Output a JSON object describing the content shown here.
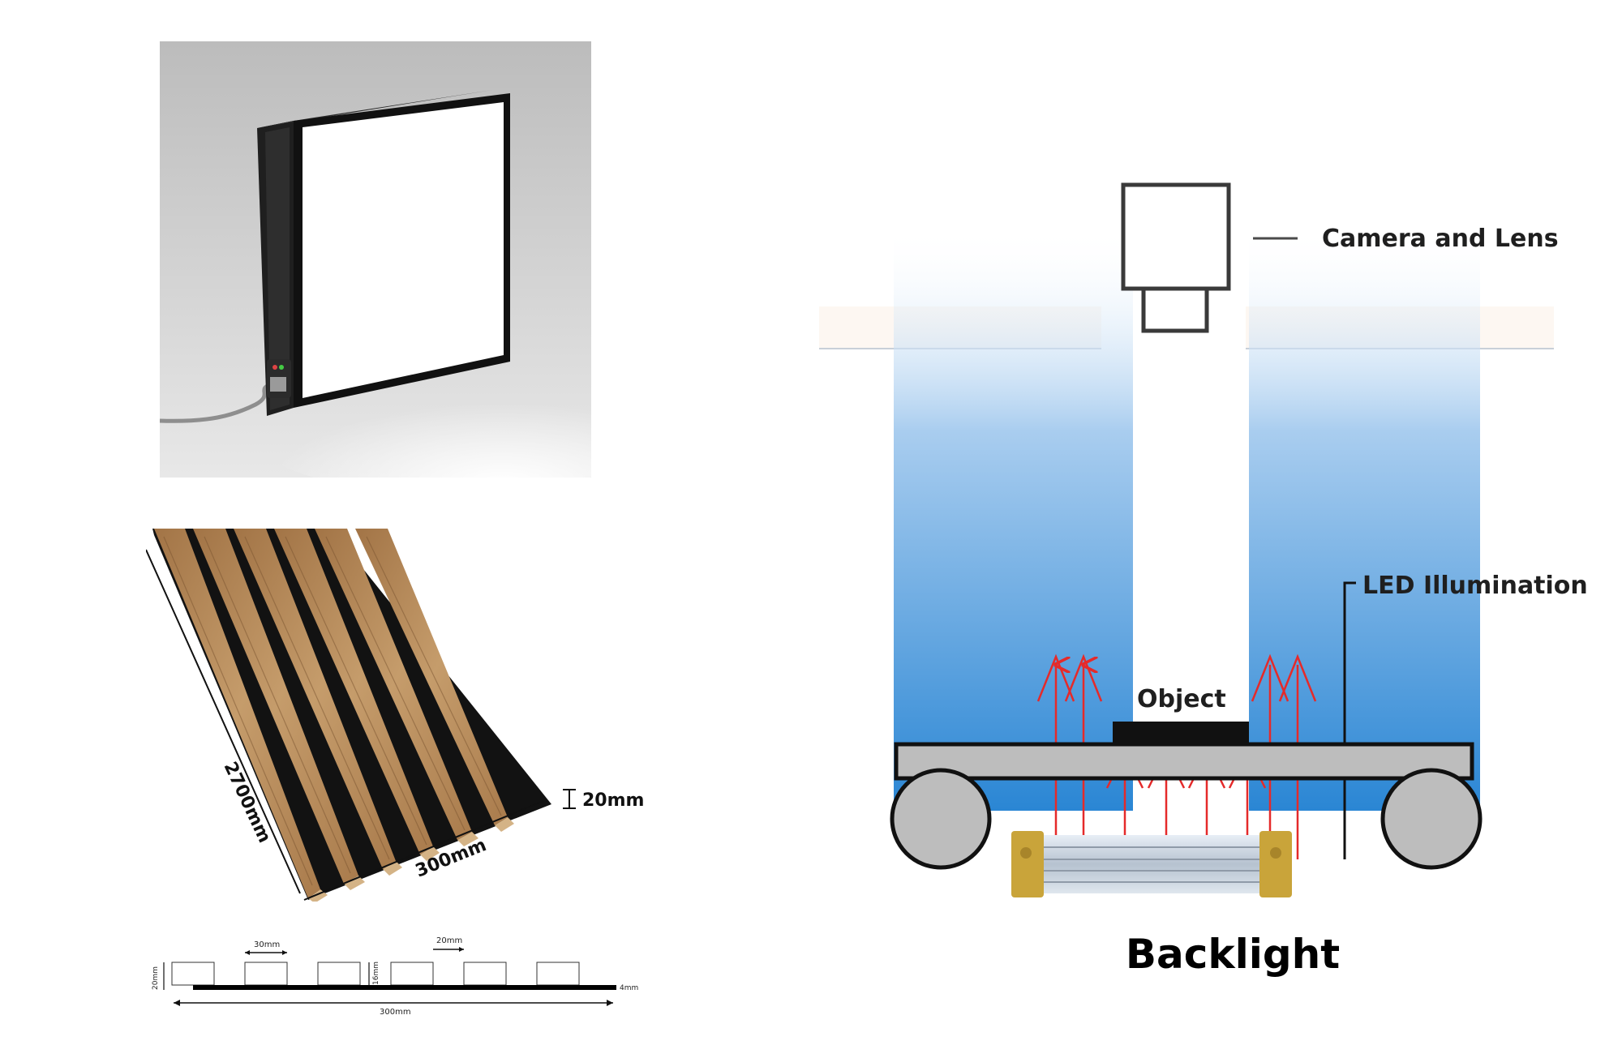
{
  "slat_panel": {
    "length_label": "2700mm",
    "width_label": "300mm",
    "thickness_label": "20mm"
  },
  "profile": {
    "slat_width_label": "30mm",
    "gap_label": "20mm",
    "slat_height_label": "16mm",
    "total_height_label": "20mm",
    "backing_label": "4mm",
    "total_width_label": "300mm"
  },
  "diagram": {
    "title": "Backlight",
    "camera_label": "Camera and Lens",
    "led_label": "LED Illumination",
    "object_label": "Object"
  },
  "colors": {
    "glow_blue": "#2a86d4",
    "ray_red": "#e52a2a",
    "stage_gray": "#bdbdbd",
    "led_gold": "#c9a43a",
    "slat_wood": "#b48a5a"
  }
}
